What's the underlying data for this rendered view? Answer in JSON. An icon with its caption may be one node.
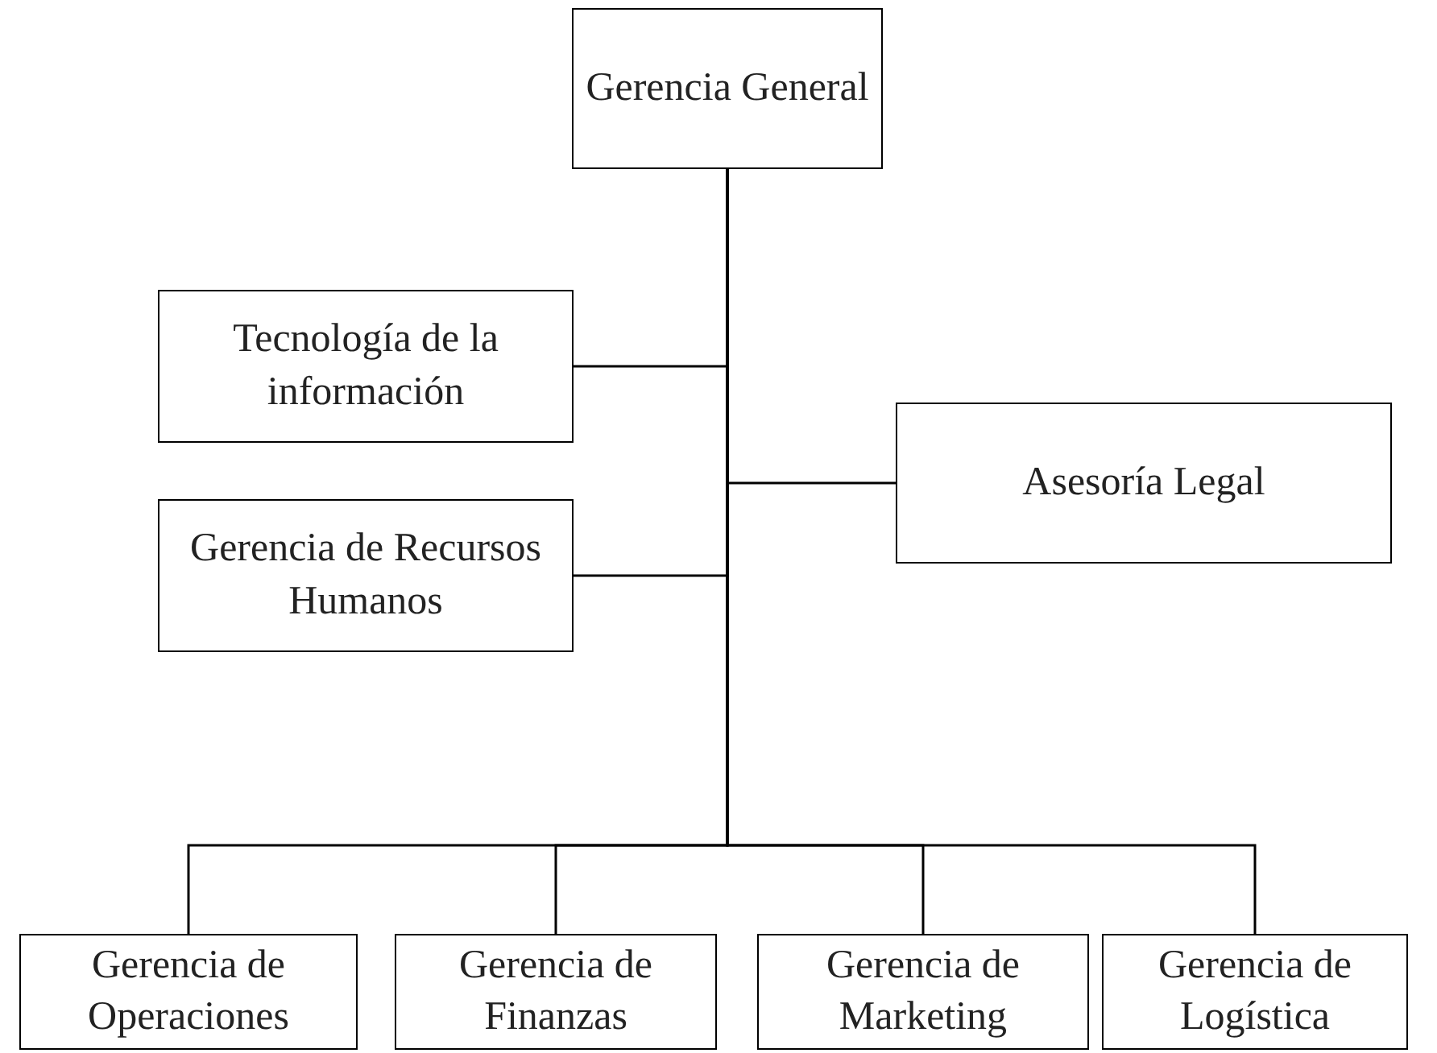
{
  "diagram": {
    "nodes": [
      {
        "text": [
          "Gerencia General"
        ]
      },
      {
        "text": [
          "Tecnología de la información"
        ]
      },
      {
        "text": [
          "Asesoría Legal"
        ]
      },
      {
        "text": [
          "Gerencia de Recursos Humanos"
        ]
      },
      {
        "text": [
          "Gerencia de Operaciones"
        ]
      },
      {
        "text": [
          "Gerencia de Finanzas"
        ]
      },
      {
        "text": [
          "Gerencia de Marketing"
        ]
      },
      {
        "text": [
          "Gerencia de Logística"
        ]
      }
    ],
    "edges": [
      {
        "from": 0,
        "to": 1,
        "arrow": "none"
      },
      {
        "from": 0,
        "to": 2,
        "arrow": "none"
      },
      {
        "from": 0,
        "to": 3,
        "arrow": "none"
      },
      {
        "from": 0,
        "to": 4,
        "arrow": "none"
      },
      {
        "from": 0,
        "to": 5,
        "arrow": "none"
      },
      {
        "from": 0,
        "to": 6,
        "arrow": "none"
      },
      {
        "from": 0,
        "to": 7,
        "arrow": "none"
      }
    ]
  }
}
